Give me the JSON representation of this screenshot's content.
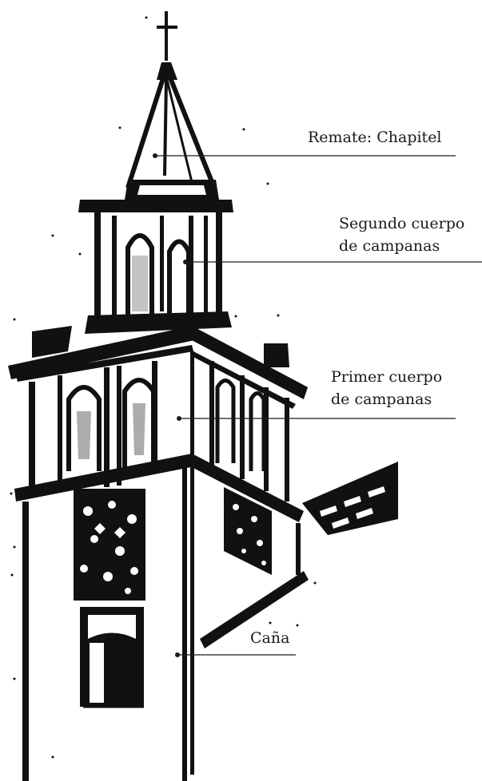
{
  "figure": {
    "labels": [
      {
        "id": "chapitel",
        "lines": [
          "Remate: Chapitel"
        ]
      },
      {
        "id": "segundo",
        "lines": [
          "Segundo cuerpo",
          "de campanas"
        ]
      },
      {
        "id": "primer",
        "lines": [
          "Primer cuerpo",
          "de campanas"
        ]
      },
      {
        "id": "cana",
        "lines": [
          "Caña"
        ]
      }
    ]
  },
  "colors": {
    "ink": "#111111",
    "paper": "#ffffff"
  }
}
